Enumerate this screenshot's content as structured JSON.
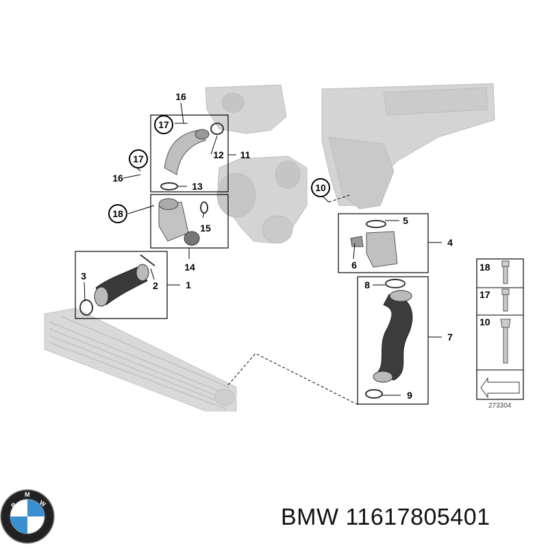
{
  "callouts": {
    "c1": "1",
    "c2": "2",
    "c3": "3",
    "c4": "4",
    "c5": "5",
    "c6": "6",
    "c7": "7",
    "c8": "8",
    "c9": "9",
    "c10": "10",
    "c11": "11",
    "c12": "12",
    "c13": "13",
    "c14": "14",
    "c15": "15",
    "c16a": "16",
    "c16b": "16",
    "c17a": "17",
    "c17b": "17",
    "c18": "18"
  },
  "legend": {
    "row1": "18",
    "row2": "17",
    "row3": "10",
    "diagram_number": "273304"
  },
  "caption": {
    "brand": "BMW",
    "part_number": "11617805401"
  }
}
